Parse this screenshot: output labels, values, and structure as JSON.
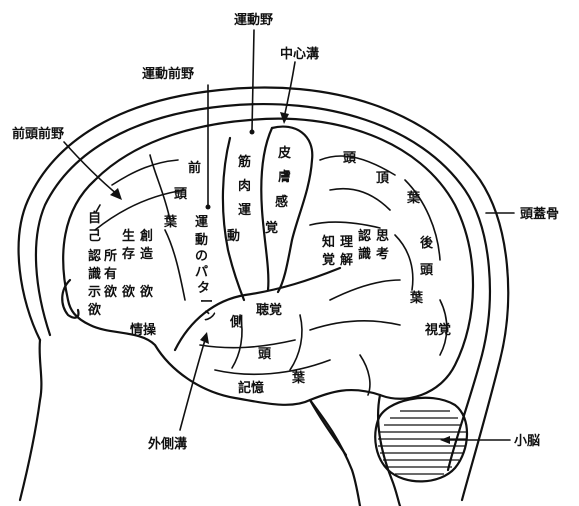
{
  "labels": {
    "motor_area": "運動野",
    "premotor_area": "運動前野",
    "central_sulcus": "中心溝",
    "prefrontal_area": "前頭前野",
    "skull": "頭蓋骨",
    "lateral_sulcus": "外側溝",
    "cerebellum": "小脳",
    "frontal_lobe": [
      "前",
      "頭",
      "葉"
    ],
    "parietal_lobe": [
      "頭",
      "頂",
      "葉"
    ],
    "occipital_lobe": [
      "後",
      "頭",
      "葉"
    ],
    "temporal_lobe": [
      "側",
      "頭",
      "葉"
    ],
    "muscle_movement": [
      "筋",
      "肉",
      "運",
      "動"
    ],
    "skin_sense": [
      "皮",
      "膚",
      "感",
      "覚"
    ],
    "motion_pattern": [
      "運",
      "動",
      "の",
      "パ",
      "タ",
      "ー",
      "ン"
    ],
    "self_awareness": [
      "自",
      "己",
      "認",
      "識"
    ],
    "display_desire": [
      "示",
      "欲"
    ],
    "possession": [
      "所",
      "有",
      "欲"
    ],
    "survival_desire": [
      "生",
      "存",
      "欲"
    ],
    "creativity": [
      "創",
      "造",
      "欲"
    ],
    "emotion": "情操",
    "hearing": "聴覚",
    "memory": "記憶",
    "vision": "視覚",
    "cognition": [
      "知",
      "覚"
    ],
    "understanding": [
      "理",
      "解"
    ],
    "recognition": [
      "認",
      "識"
    ],
    "thinking": [
      "思",
      "考"
    ]
  }
}
